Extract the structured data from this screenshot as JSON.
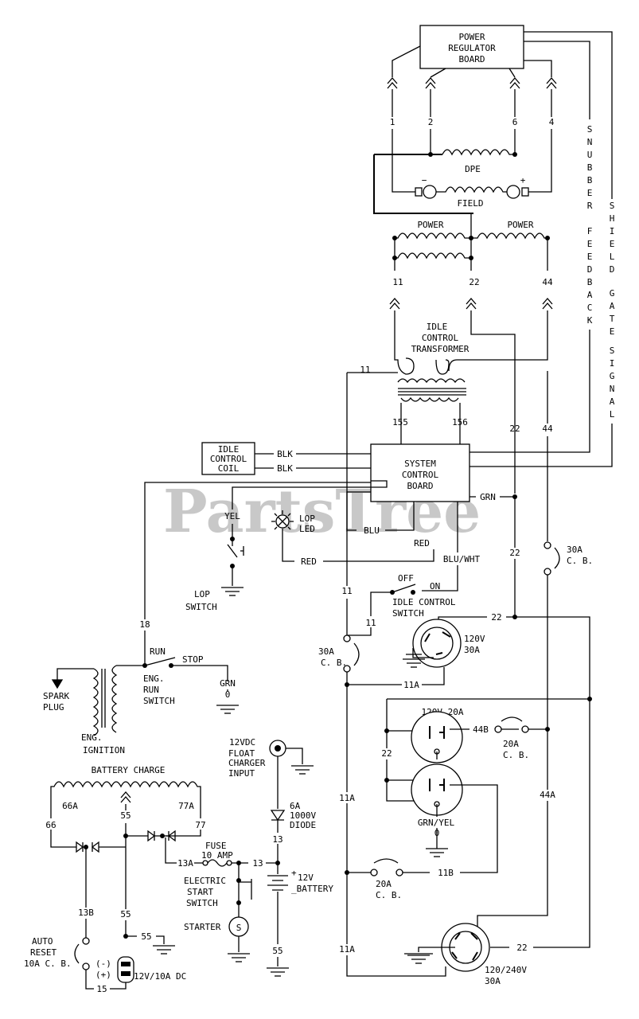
{
  "watermark": "PartsTree",
  "trademark": "™",
  "regulator": {
    "line1": "POWER",
    "line2": "REGULATOR",
    "line3": "BOARD"
  },
  "regulator_pins": [
    "1",
    "2",
    "6",
    "4"
  ],
  "dpe_label": "DPE",
  "field": {
    "label": "FIELD",
    "minus": "−",
    "plus": "+"
  },
  "snubber_feedback": [
    "S",
    "N",
    "U",
    "B",
    "B",
    "E",
    "R",
    "",
    "F",
    "E",
    "E",
    "D",
    "B",
    "A",
    "C",
    "K"
  ],
  "shield_gate_signal": [
    "S",
    "H",
    "I",
    "E",
    "L",
    "D",
    "",
    "G",
    "A",
    "T",
    "E",
    "",
    "S",
    "I",
    "G",
    "N",
    "A",
    "L"
  ],
  "power_windings": {
    "left": "POWER",
    "right": "POWER"
  },
  "power_wires": [
    "11",
    "22",
    "44"
  ],
  "transformer": {
    "line1": "IDLE",
    "line2": "CONTROL",
    "line3": "TRANSFORMER"
  },
  "transformer_pins": {
    "p155": "155",
    "p156": "156"
  },
  "system_board": {
    "line1": "SYSTEM",
    "line2": "CONTROL",
    "line3": "BOARD"
  },
  "idle_coil": {
    "line1": "IDLE",
    "line2": "CONTROL",
    "line3": "COIL"
  },
  "wire_colors": {
    "blk1": "BLK",
    "blk2": "BLK",
    "grn": "GRN",
    "blu": "BLU",
    "red1": "RED",
    "red2": "RED",
    "blu_wht": "BLU/WHT",
    "yel": "YEL"
  },
  "lop_led": {
    "line1": "LOP",
    "line2": "LED"
  },
  "lop_switch": {
    "line1": "LOP",
    "line2": "SWITCH"
  },
  "idle_switch": {
    "off": "OFF",
    "on": "ON",
    "line1": "IDLE CONTROL",
    "line2": "SWITCH"
  },
  "wire_numbers": {
    "w11_top": "11",
    "w22_mid": "22",
    "w44_mid": "44",
    "w22_low": "22",
    "w11_mid": "11",
    "w11_sw": "11",
    "w22_rec": "22",
    "w11a_1": "11A",
    "w11a_2": "11A",
    "w11a_3": "11A",
    "w22_left": "22",
    "w44b": "44B",
    "w44a": "44A",
    "w11b": "11B",
    "w22_bot": "22",
    "w18": "18",
    "w66": "66",
    "w77": "77",
    "w66a": "66A",
    "w77a": "77A",
    "w55_top": "55",
    "w13b": "13B",
    "w55_mid": "55",
    "w55_gnd": "55",
    "w15": "15",
    "w13a": "13A",
    "w13": "13",
    "w13_bat": "13",
    "w55_bat": "55"
  },
  "breakers": {
    "cb30_right": {
      "line1": "30A",
      "line2": "C. B."
    },
    "cb30_left": {
      "line1": "30A",
      "line2": "C. B."
    },
    "cb20_top": {
      "line1": "20A",
      "line2": "C. B."
    },
    "cb20_bot": {
      "line1": "20A",
      "line2": "C. B."
    }
  },
  "receptacle_120v30": {
    "line1": "120V",
    "line2": "30A"
  },
  "receptacle_120v20": "120V 20A",
  "grn_yel": "GRN/YEL",
  "receptacle_240": {
    "line1": "120/240V",
    "line2": "30A"
  },
  "eng_run": {
    "run": "RUN",
    "stop": "STOP",
    "line1": "ENG.",
    "line2": "RUN",
    "line3": "SWITCH",
    "grn": "GRN"
  },
  "spark_plug": {
    "line1": "SPARK",
    "line2": "PLUG"
  },
  "ignition": {
    "line1": "ENG.",
    "line2": "IGNITION"
  },
  "float_charger": {
    "line1": "12VDC",
    "line2": "FLOAT",
    "line3": "CHARGER",
    "line4": "INPUT"
  },
  "diode": {
    "line1": "6A",
    "line2": "1000V",
    "line3": "DIODE"
  },
  "battery_charge": "BATTERY CHARGE",
  "fuse": {
    "line1": "FUSE",
    "line2": "10 AMP"
  },
  "battery": {
    "plus": "+",
    "label": "12V",
    "minus": "_BATTERY"
  },
  "electric_start": {
    "line1": "ELECTRIC",
    "line2": "START",
    "line3": "SWITCH"
  },
  "starter": {
    "label": "STARTER",
    "symbol": "S"
  },
  "auto_reset": {
    "line1": "AUTO",
    "line2": "RESET",
    "line3": "10A C. B."
  },
  "dc_outlet": {
    "minus": "(-)",
    "plus": "(+)",
    "label": "12V/10A DC"
  },
  "ground_label": "0"
}
